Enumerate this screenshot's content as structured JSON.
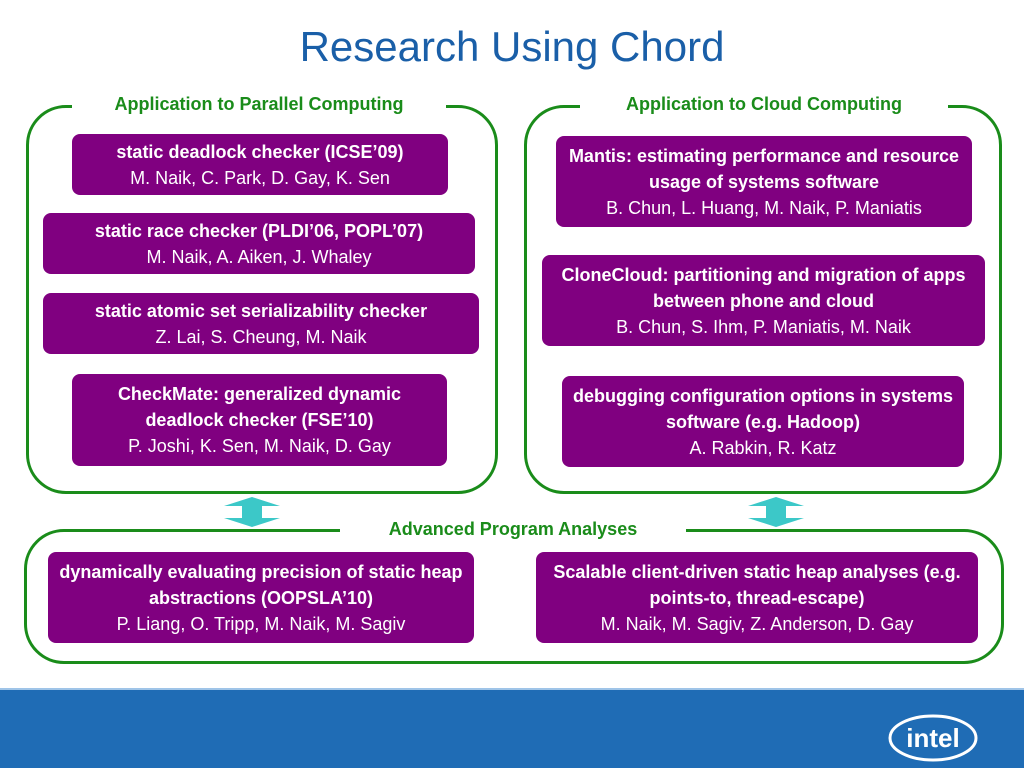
{
  "title": "Research Using Chord",
  "groups": {
    "parallel": {
      "label": "Application to Parallel Computing",
      "items": [
        {
          "title": "static deadlock checker (ICSE’09)",
          "authors": "M. Naik, C. Park, D. Gay, K. Sen"
        },
        {
          "title": "static race checker (PLDI’06, POPL’07)",
          "authors": "M. Naik, A. Aiken, J. Whaley"
        },
        {
          "title": "static atomic set serializability checker",
          "authors": "Z. Lai, S. Cheung, M. Naik"
        },
        {
          "title": "CheckMate: generalized dynamic deadlock checker (FSE’10)",
          "authors": "P. Joshi, K. Sen, M. Naik, D. Gay"
        }
      ]
    },
    "cloud": {
      "label": "Application to Cloud Computing",
      "items": [
        {
          "title": "Mantis: estimating performance and resource usage of systems software",
          "authors": "B. Chun, L. Huang, M. Naik, P. Maniatis"
        },
        {
          "title": "CloneCloud: partitioning and migration of apps between phone and cloud",
          "authors": "B. Chun, S. Ihm, P. Maniatis, M. Naik"
        },
        {
          "title": "debugging configuration options in systems software (e.g. Hadoop)",
          "authors": "A. Rabkin, R. Katz"
        }
      ]
    },
    "analyses": {
      "label": "Advanced Program Analyses",
      "items": [
        {
          "title": "dynamically evaluating precision of static heap abstractions (OOPSLA’10)",
          "authors": "P. Liang, O. Tripp, M. Naik, M. Sagiv"
        },
        {
          "title": "Scalable client-driven static heap analyses (e.g. points-to, thread-escape)",
          "authors": "M. Naik, M. Sagiv, Z. Anderson, D. Gay"
        }
      ]
    }
  },
  "footer": {
    "logo_text": "intel"
  },
  "colors": {
    "title": "#1a5fa8",
    "group_border": "#1a8c1a",
    "box": "#800080",
    "arrow": "#3cc8c8",
    "footer": "#1f6cb5"
  },
  "icons": {
    "arrow": "double-headed-vertical-arrow-icon",
    "logo": "intel-logo"
  }
}
